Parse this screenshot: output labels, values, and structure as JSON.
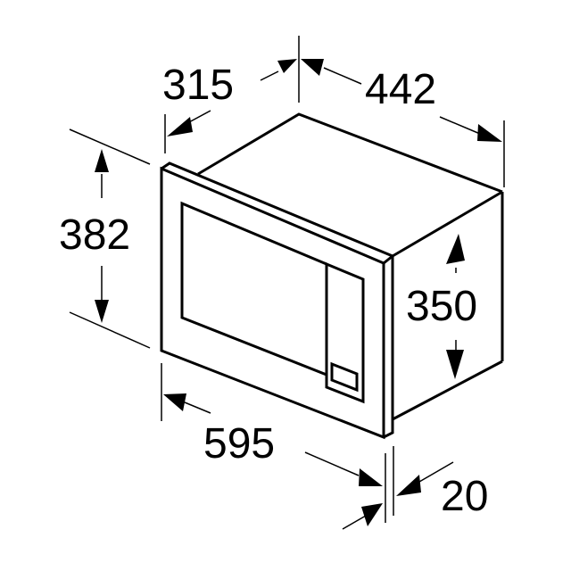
{
  "diagram": {
    "subject": "built-in microwave dimension drawing",
    "colors": {
      "line": "#000000",
      "background": "#ffffff"
    },
    "dimensions": {
      "depth_total": {
        "value": "315"
      },
      "width_body": {
        "value": "442"
      },
      "height_front": {
        "value": "382"
      },
      "height_body": {
        "value": "350"
      },
      "width_front": {
        "value": "595"
      },
      "front_thickness": {
        "value": "20"
      }
    }
  }
}
